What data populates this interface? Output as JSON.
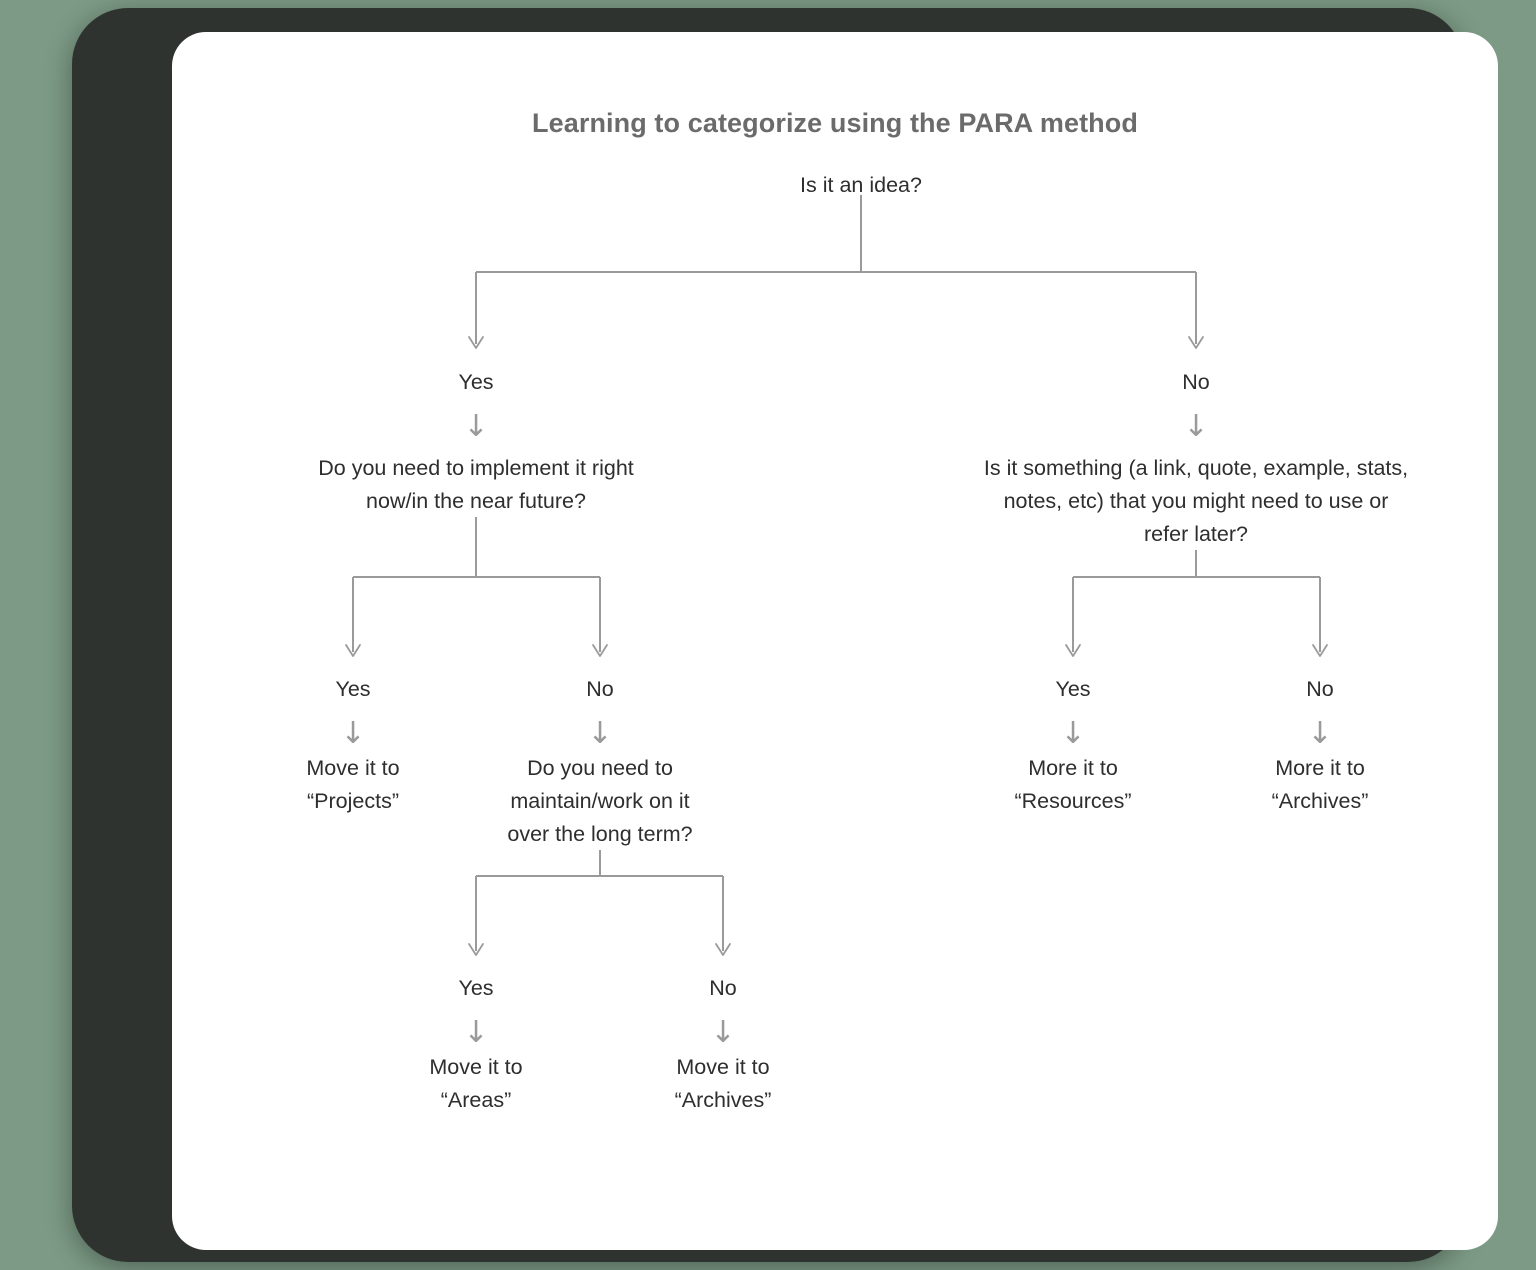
{
  "page": {
    "title": "Learning to categorize using the PARA method",
    "background_color": "#7c9a85",
    "frame_color": "#2f3330",
    "canvas_color": "#ffffff",
    "title_color": "#6b6b6b",
    "text_color": "#2e2e2e",
    "connector_color": "#9a9a9a"
  },
  "chart_data": {
    "type": "diagram",
    "diagram_kind": "decision-tree-flowchart",
    "title": "Learning to categorize using the PARA method",
    "root": "q_idea",
    "nodes": [
      {
        "id": "q_idea",
        "kind": "question",
        "text": "Is it an idea?"
      },
      {
        "id": "q_implement",
        "kind": "question",
        "text": "Do you need to implement it right now/in the near future?"
      },
      {
        "id": "q_refer",
        "kind": "question",
        "text": "Is it something (a link, quote, example, stats, notes, etc) that you might need to use or refer later?"
      },
      {
        "id": "a_projects",
        "kind": "outcome",
        "text": "Move it to “Projects”"
      },
      {
        "id": "q_maintain",
        "kind": "question",
        "text": "Do you need to maintain/work on it over the long term?"
      },
      {
        "id": "a_resources",
        "kind": "outcome",
        "text": "More it to “Resources”"
      },
      {
        "id": "a_archives_right",
        "kind": "outcome",
        "text": "More it to “Archives”"
      },
      {
        "id": "a_areas",
        "kind": "outcome",
        "text": "Move it to “Areas”"
      },
      {
        "id": "a_archives_bottom",
        "kind": "outcome",
        "text": "Move it to “Archives”"
      }
    ],
    "edges": [
      {
        "from": "q_idea",
        "to": "q_implement",
        "label": "Yes"
      },
      {
        "from": "q_idea",
        "to": "q_refer",
        "label": "No"
      },
      {
        "from": "q_implement",
        "to": "a_projects",
        "label": "Yes"
      },
      {
        "from": "q_implement",
        "to": "q_maintain",
        "label": "No"
      },
      {
        "from": "q_refer",
        "to": "a_resources",
        "label": "Yes"
      },
      {
        "from": "q_refer",
        "to": "a_archives_right",
        "label": "No"
      },
      {
        "from": "q_maintain",
        "to": "a_areas",
        "label": "Yes"
      },
      {
        "from": "q_maintain",
        "to": "a_archives_bottom",
        "label": "No"
      }
    ]
  },
  "flowchart": {
    "root": {
      "text": "Is it an idea?"
    },
    "level1": {
      "left_label": "Yes",
      "right_label": "No",
      "left_question": "Do you need to implement it right\nnow/in the near future?",
      "right_question": "Is it something (a link, quote, example, stats,\nnotes, etc) that you might need to use or\nrefer later?"
    },
    "level2_left": {
      "yes_label": "Yes",
      "no_label": "No",
      "yes_outcome": "Move it to\n“Projects”",
      "no_question": "Do you need to\nmaintain/work on it\nover the long term?"
    },
    "level2_right": {
      "yes_label": "Yes",
      "no_label": "No",
      "yes_outcome": "More it to\n“Resources”",
      "no_outcome": "More it to\n“Archives”"
    },
    "level3": {
      "yes_label": "Yes",
      "no_label": "No",
      "yes_outcome": "Move it to\n“Areas”",
      "no_outcome": "Move it to\n“Archives”"
    },
    "arrow_glyph": "↓"
  }
}
